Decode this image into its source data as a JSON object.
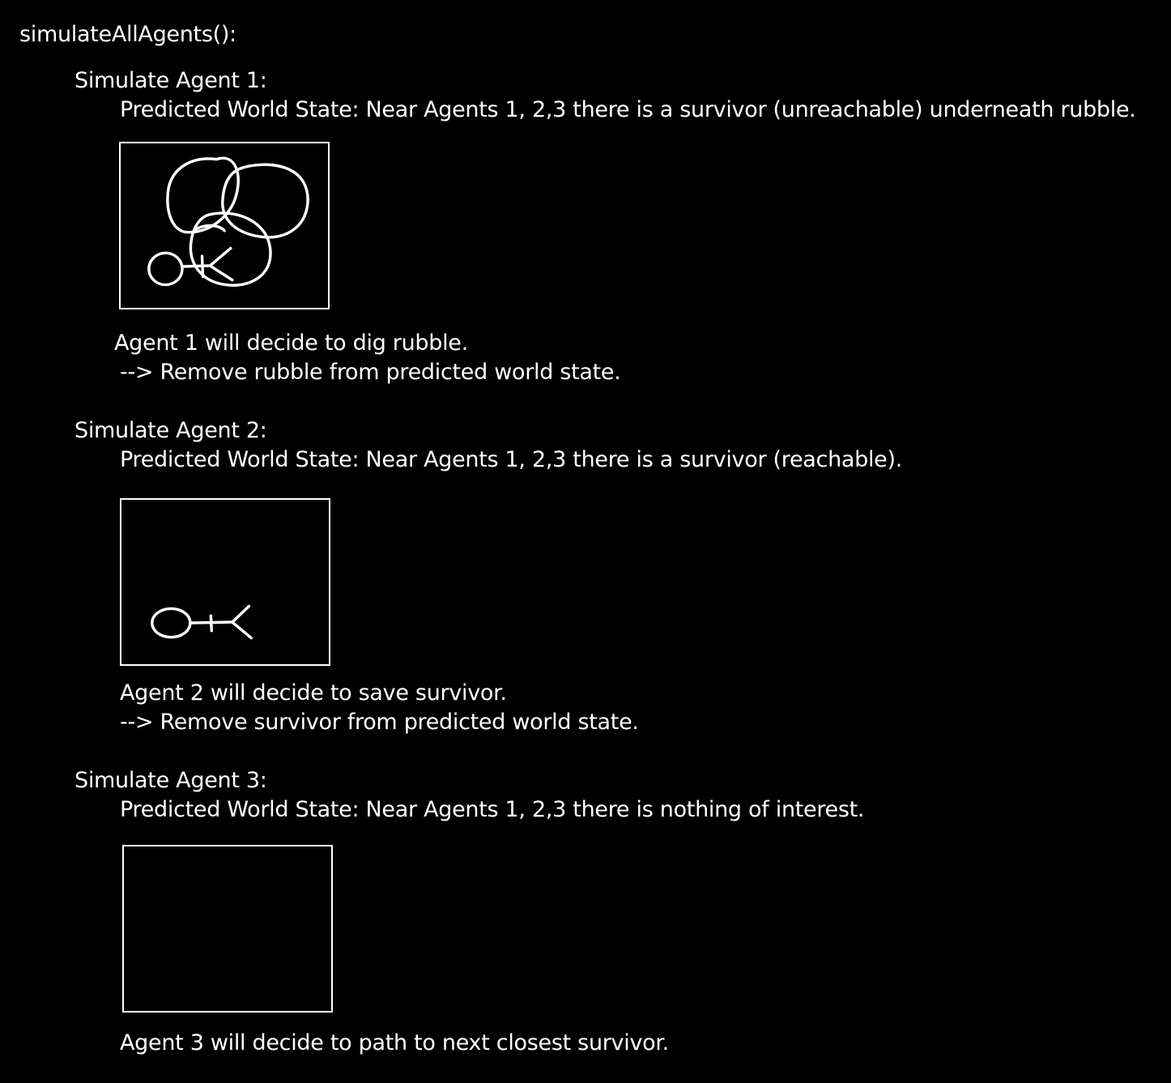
{
  "function_header": "simulateAllAgents():",
  "agents": [
    {
      "heading": "Simulate Agent 1:",
      "predicted_state": "Predicted World State:  Near Agents 1, 2,3 there is a survivor (unreachable) underneath rubble.",
      "decision": "Agent 1 will decide to dig rubble.",
      "action": "--> Remove rubble from predicted world state."
    },
    {
      "heading": "Simulate Agent 2:",
      "predicted_state": "Predicted World State: Near Agents 1, 2,3 there is a survivor (reachable).",
      "decision": "Agent 2 will decide to save survivor.",
      "action": " --> Remove survivor from predicted world state."
    },
    {
      "heading": "Simulate Agent 3:",
      "predicted_state": "Predicted World State: Near Agents 1, 2,3 there is nothing of interest.",
      "decision": "Agent 3 will decide to path to next closest survivor."
    }
  ]
}
